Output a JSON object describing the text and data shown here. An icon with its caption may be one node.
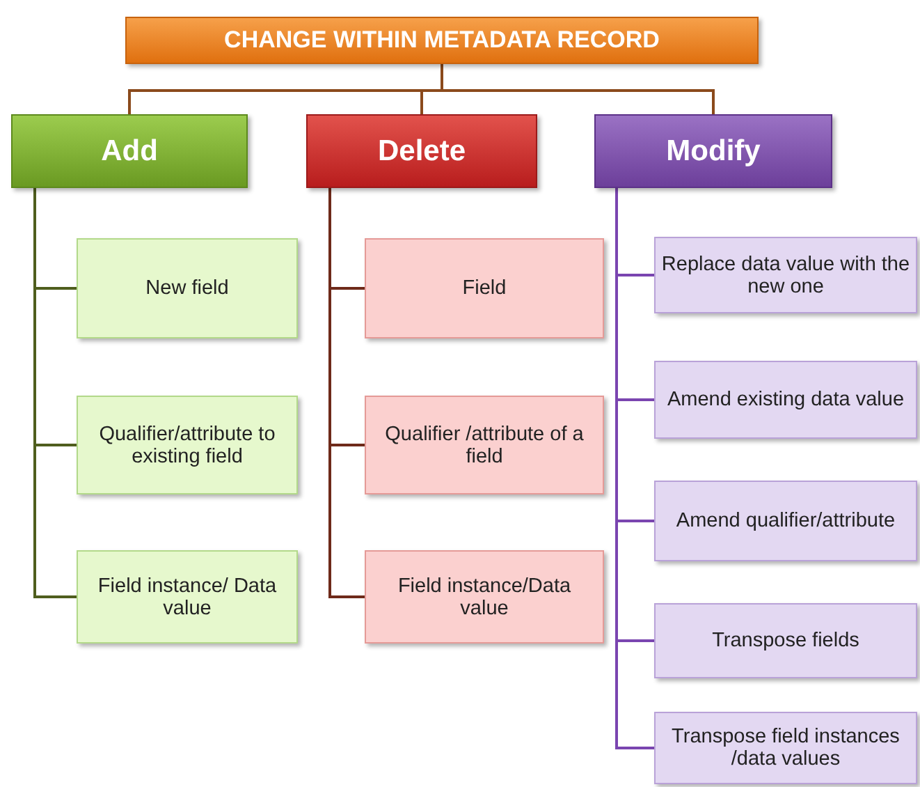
{
  "diagram": {
    "nodes": [
      {
        "text": [
          "CHANGE WITHIN METADATA RECORD"
        ]
      },
      {
        "text": [
          "Add"
        ]
      },
      {
        "text": [
          "Delete"
        ]
      },
      {
        "text": [
          "Modify"
        ]
      },
      {
        "text": [
          "New field"
        ]
      },
      {
        "text": [
          "Qualifier/attribute to existing field"
        ]
      },
      {
        "text": [
          "Field instance/ Data value"
        ]
      },
      {
        "text": [
          "Field"
        ]
      },
      {
        "text": [
          "Qualifier /attribute of a field"
        ]
      },
      {
        "text": [
          "Field instance/Data value"
        ]
      },
      {
        "text": [
          "Replace data value with the new one"
        ]
      },
      {
        "text": [
          "Amend existing data value"
        ]
      },
      {
        "text": [
          "Amend qualifier/attribute"
        ]
      },
      {
        "text": [
          "Transpose fields"
        ]
      },
      {
        "text": [
          "Transpose field instances /data values"
        ]
      }
    ],
    "edges": [
      {
        "from": 0,
        "to": 1,
        "arrow": "none",
        "color": "#8b4a1c"
      },
      {
        "from": 0,
        "to": 2,
        "arrow": "none",
        "color": "#8b4a1c"
      },
      {
        "from": 0,
        "to": 3,
        "arrow": "none",
        "color": "#8b4a1c"
      },
      {
        "from": 1,
        "to": 4,
        "arrow": "none",
        "color": "#4f5e1e"
      },
      {
        "from": 1,
        "to": 5,
        "arrow": "none",
        "color": "#4f5e1e"
      },
      {
        "from": 1,
        "to": 6,
        "arrow": "none",
        "color": "#4f5e1e"
      },
      {
        "from": 2,
        "to": 7,
        "arrow": "none",
        "color": "#6e2a1a"
      },
      {
        "from": 2,
        "to": 8,
        "arrow": "none",
        "color": "#6e2a1a"
      },
      {
        "from": 2,
        "to": 9,
        "arrow": "none",
        "color": "#6e2a1a"
      },
      {
        "from": 3,
        "to": 10,
        "arrow": "none"
      },
      {
        "from": 3,
        "to": 11,
        "arrow": "none"
      },
      {
        "from": 3,
        "to": 12,
        "arrow": "none"
      },
      {
        "from": 3,
        "to": 13,
        "arrow": "none"
      },
      {
        "from": 3,
        "to": 14,
        "arrow": "none"
      }
    ]
  }
}
